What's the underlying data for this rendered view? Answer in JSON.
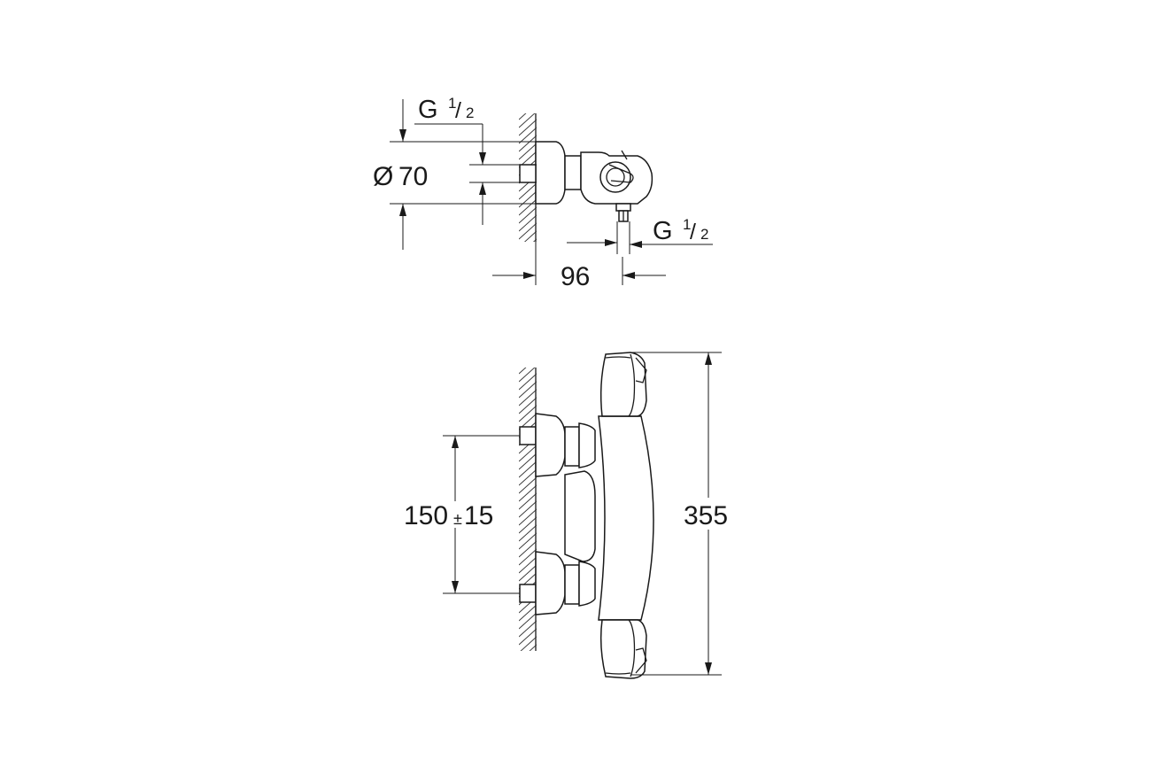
{
  "side_view": {
    "inlet_thread": {
      "base": "G",
      "num": "1",
      "den": "2"
    },
    "diameter": {
      "symbol": "Ø",
      "value": "70"
    },
    "outlet_thread": {
      "base": "G",
      "num": "1",
      "den": "2"
    },
    "depth": "96"
  },
  "front_view": {
    "centers": {
      "base": "150",
      "tol": "±15"
    },
    "height": "355"
  }
}
